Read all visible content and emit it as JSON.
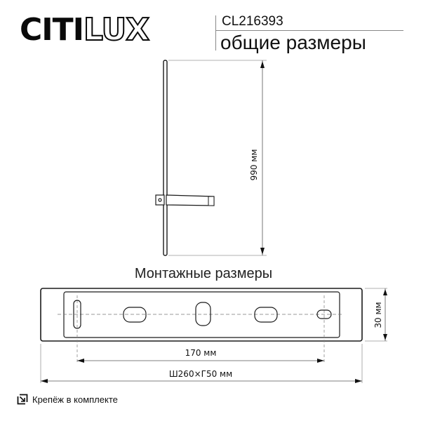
{
  "header": {
    "brand_solid": "CITI",
    "brand_outline": "LUX",
    "model": "CL216393",
    "subtitle": "общие размеры"
  },
  "product_view": {
    "height_label": "990 мм"
  },
  "mounting": {
    "title": "Монтажные размеры",
    "height_label": "30 мм",
    "hole_spacing_label": "170 мм",
    "overall_label": "Ш260×Г50 мм"
  },
  "footer": {
    "icon": "mount-included-icon",
    "text": "Крепёж в комплекте"
  },
  "colors": {
    "line": "#1a1a1a",
    "dim_line": "#555555",
    "center_line": "#888888"
  }
}
